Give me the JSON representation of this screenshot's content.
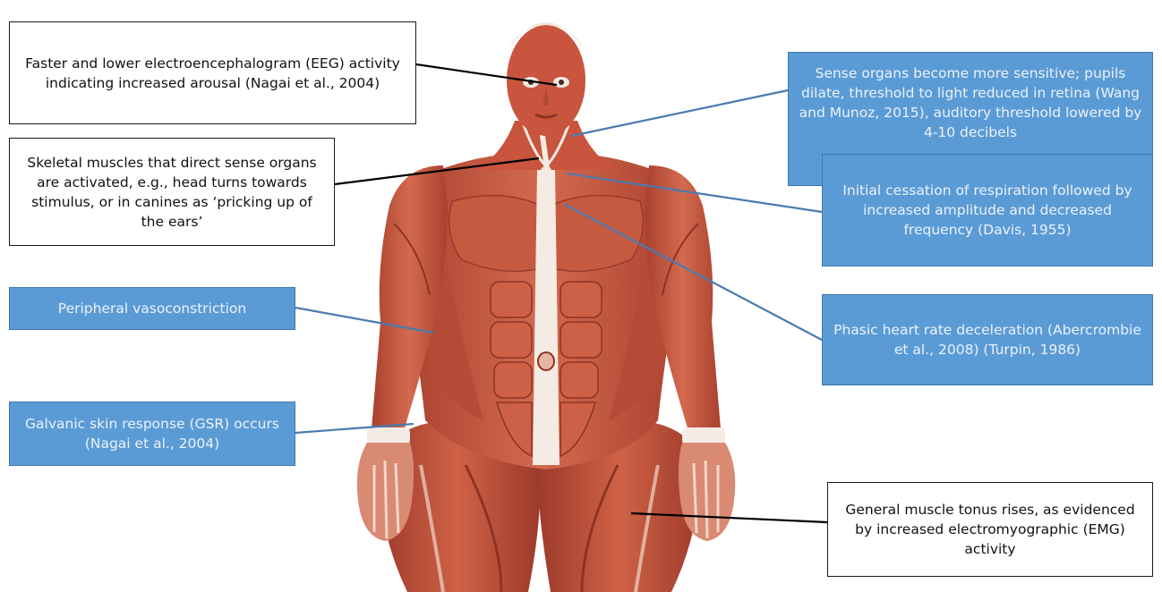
{
  "colors": {
    "callout_blue": "#5b9bd5",
    "callout_blue_text": "#eaf2fb",
    "callout_white": "#ffffff",
    "muscle": "#c5533c",
    "tendon": "#f4ece4",
    "skin": "#e7b6a2",
    "leader_black": "#000000",
    "leader_blue": "#4a7bb0"
  },
  "callouts": {
    "eeg": "Faster and lower electroencephalogram (EEG) activity indicating increased arousal (Nagai et al., 2004)",
    "skeletal": "Skeletal muscles that direct sense organs are activated, e.g., head turns towards stimulus, or in canines as ‘pricking up of the ears’",
    "vasoconstriction": "Peripheral vasoconstriction",
    "gsr": "Galvanic skin response (GSR) occurs (Nagai et al., 2004)",
    "sense_organs": "Sense organs become more sensitive; pupils dilate, threshold to light reduced in retina (Wang and Munoz, 2015), auditory threshold lowered by 4-10 decibels",
    "respiration": "Initial cessation of respiration followed by increased amplitude and decreased frequency (Davis, 1955)",
    "heart_rate": "Phasic heart rate deceleration (Abercrombie et al., 2008) (Turpin, 1986)",
    "muscle_tonus": "General muscle tonus rises, as evidenced by increased electromyographic (EMG) activity"
  },
  "icons": {
    "figure": "anatomical-muscle-figure"
  }
}
